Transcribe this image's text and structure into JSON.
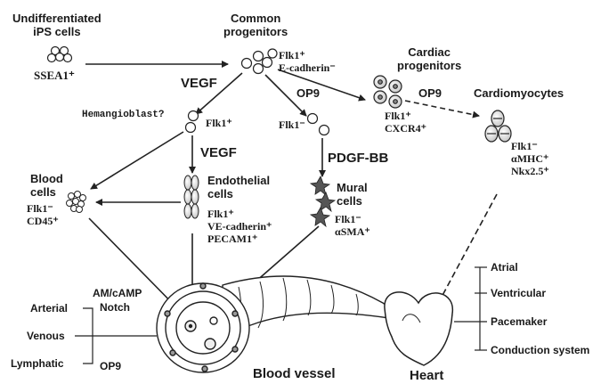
{
  "nodes": {
    "ips": {
      "title": "Undifferentiated\niPS cells",
      "marker": "SSEA1⁺"
    },
    "common": {
      "title": "Common\nprogenitors",
      "markers": "Flk1⁺\nE-cadherin⁻"
    },
    "cardiac_prog": {
      "title": "Cardiac\nprogenitors",
      "markers": "Flk1⁺\nCXCR4⁺"
    },
    "hemangioblast": {
      "title": "Hemangioblast?",
      "marker": "Flk1⁺"
    },
    "flk1neg": {
      "marker": "Flk1⁻"
    },
    "cardiomyocytes": {
      "title": "Cardiomyocytes",
      "markers": "Flk1⁻\nαMHC⁺\nNkx2.5⁺"
    },
    "blood": {
      "title": "Blood\ncells",
      "markers": "Flk1⁻\nCD45⁺"
    },
    "endothelial": {
      "title": "Endothelial\ncells",
      "markers": "Flk1⁺\nVE-cadherin⁺\nPECAM1⁺"
    },
    "mural": {
      "title": "Mural\ncells",
      "markers": "Flk1⁻\nαSMA⁺"
    }
  },
  "factors": {
    "vegf_top": "VEGF",
    "op9_a": "OP9",
    "op9_b": "OP9",
    "vegf_mid": "VEGF",
    "pdgf": "PDGF-BB",
    "am_camp": "AM/cAMP",
    "notch": "Notch",
    "op9_c": "OP9"
  },
  "vessel": {
    "label": "Blood vessel",
    "types": [
      "Arterial",
      "Venous",
      "Lymphatic"
    ]
  },
  "heart": {
    "label": "Heart",
    "types": [
      "Atrial",
      "Ventricular",
      "Pacemaker",
      "Conduction system"
    ]
  },
  "colors": {
    "ink": "#1a1a1a",
    "line": "#222222"
  }
}
